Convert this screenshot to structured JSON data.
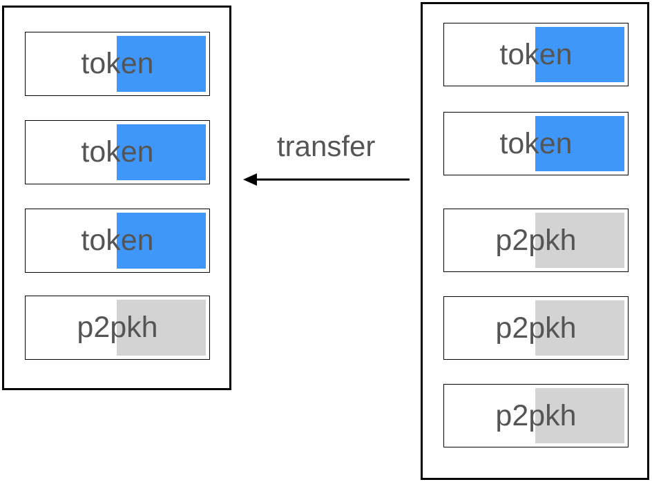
{
  "colors": {
    "token": "#3f98f9",
    "p2pkh": "#d3d3d3",
    "border": "#000000",
    "text": "#555555"
  },
  "left_group": {
    "boxes": [
      {
        "label": "token",
        "kind": "token"
      },
      {
        "label": "token",
        "kind": "token"
      },
      {
        "label": "token",
        "kind": "token"
      },
      {
        "label": "p2pkh",
        "kind": "p2pkh"
      }
    ]
  },
  "right_group": {
    "boxes": [
      {
        "label": "token",
        "kind": "token"
      },
      {
        "label": "token",
        "kind": "token"
      },
      {
        "label": "p2pkh",
        "kind": "p2pkh"
      },
      {
        "label": "p2pkh",
        "kind": "p2pkh"
      },
      {
        "label": "p2pkh",
        "kind": "p2pkh"
      }
    ]
  },
  "arrow": {
    "label": "transfer",
    "direction": "right-to-left"
  }
}
